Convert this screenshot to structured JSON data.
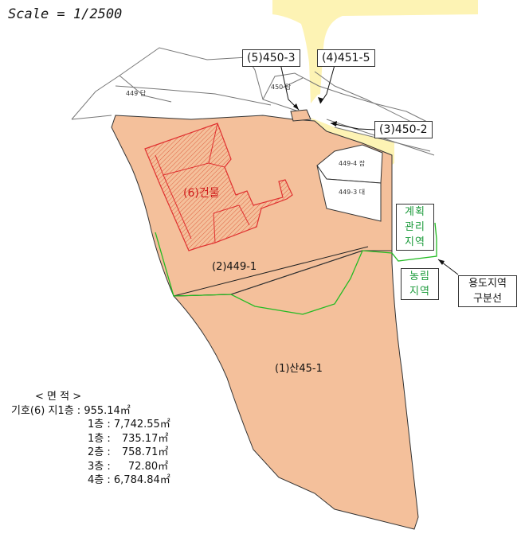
{
  "scale": "Scale = 1/2500",
  "callouts": {
    "p450_3": "(5)450-3",
    "p451_5": "(4)451-5",
    "p450_2": "(3)450-2"
  },
  "parcels": {
    "p449_1": "(2)449-1",
    "p45_1": "(1)산45-1",
    "building": "(6)건물",
    "p449_dap": "449 답",
    "p450_dap": "450 답",
    "p449_4": "449-4 잡",
    "p449_3": "449-3 대"
  },
  "zones": {
    "management": [
      "계획",
      "관리",
      "지역"
    ],
    "agricultural": [
      "농림",
      "지역"
    ]
  },
  "legend": [
    "용도지역",
    "구분선"
  ],
  "area_table": {
    "header": "< 면 적 >",
    "rows": [
      {
        "label": "기호(6) 지1층 :",
        "value": "955.14㎡"
      },
      {
        "label": "1층 :",
        "value": "7,742.55㎡"
      },
      {
        "label": "1층 :",
        "value": "735.17㎡"
      },
      {
        "label": "2층 :",
        "value": "758.71㎡"
      },
      {
        "label": "3층 :",
        "value": "72.80㎡"
      },
      {
        "label": "4층 :",
        "value": "6,784.84㎡"
      }
    ]
  },
  "colors": {
    "parcel_fill": "#f4c09b",
    "building_line": "#e03030",
    "zone_line": "#22bb22",
    "road_fill": "#fdf3b4"
  }
}
